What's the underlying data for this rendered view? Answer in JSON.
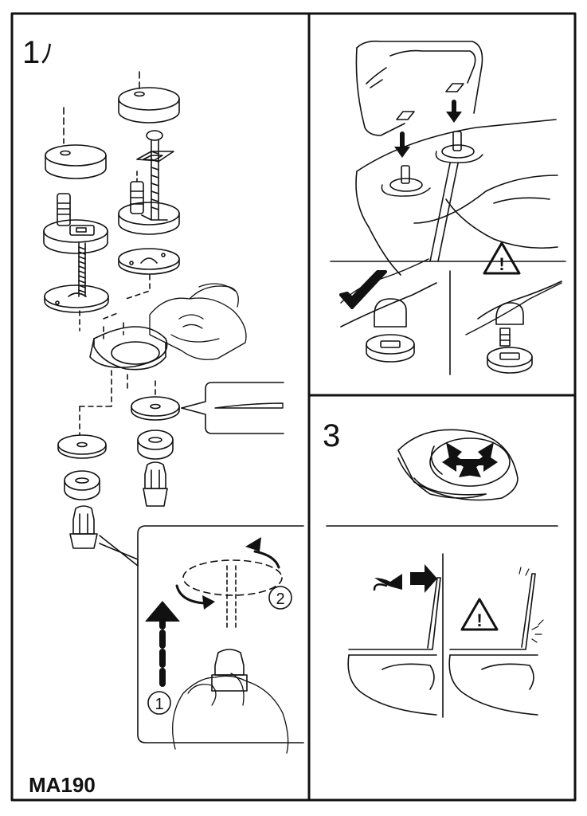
{
  "step1": {
    "label": "1"
  },
  "step3": {
    "label": "3"
  },
  "callout_numbers": {
    "first": "1",
    "second": "2"
  },
  "warning_symbol": "!",
  "model_code": "MA190",
  "icons": {
    "check": "check-icon",
    "warning": "warning-icon",
    "arrows": "four-way-arrow-icon"
  }
}
